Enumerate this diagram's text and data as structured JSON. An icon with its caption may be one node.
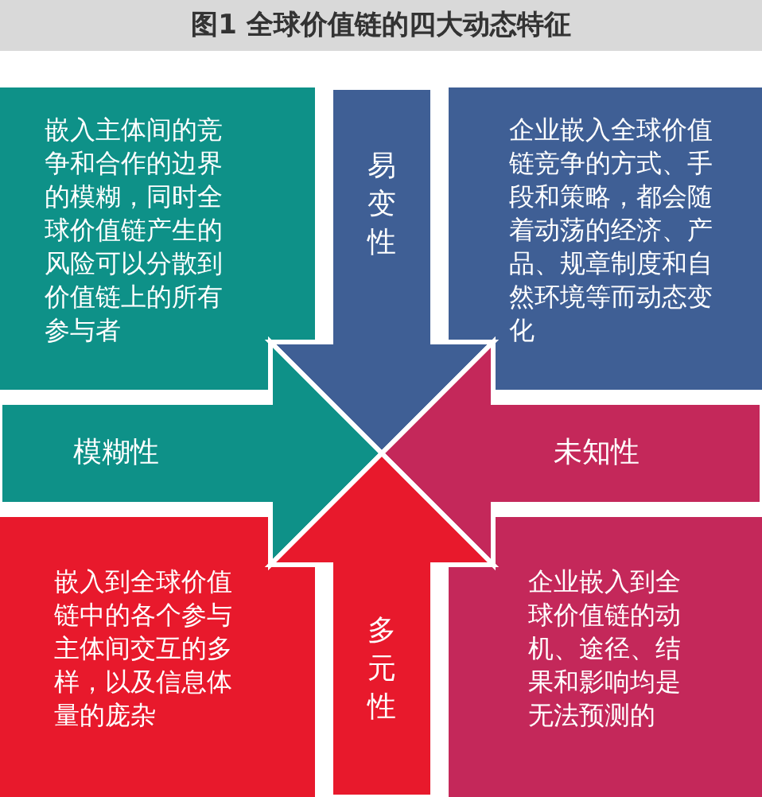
{
  "diagram": {
    "title": "图1 全球价值链的四大动态特征",
    "nodes": [
      {
        "text": [
          "嵌入主体间的竞争和合作的边界的模糊，同时全球价值链产生的风险可以分散到价值链上的所有参与者"
        ]
      },
      {
        "text": [
          "易变性"
        ]
      },
      {
        "text": [
          "企业嵌入全球价值链竞争的方式、手段和策略，都会随着动荡的经济、产品、规章制度和自然环境等而动态变化"
        ]
      },
      {
        "text": [
          "模糊性"
        ]
      },
      {
        "text": [
          "未知性"
        ]
      },
      {
        "text": [
          "嵌入到全球价值链中的各个参与主体间交互的多样，以及信息体量的庞杂"
        ]
      },
      {
        "text": [
          "多元性"
        ]
      },
      {
        "text": [
          "企业嵌入到全球价值链的动机、途径、结果和影响均是无法预测的"
        ]
      }
    ]
  }
}
